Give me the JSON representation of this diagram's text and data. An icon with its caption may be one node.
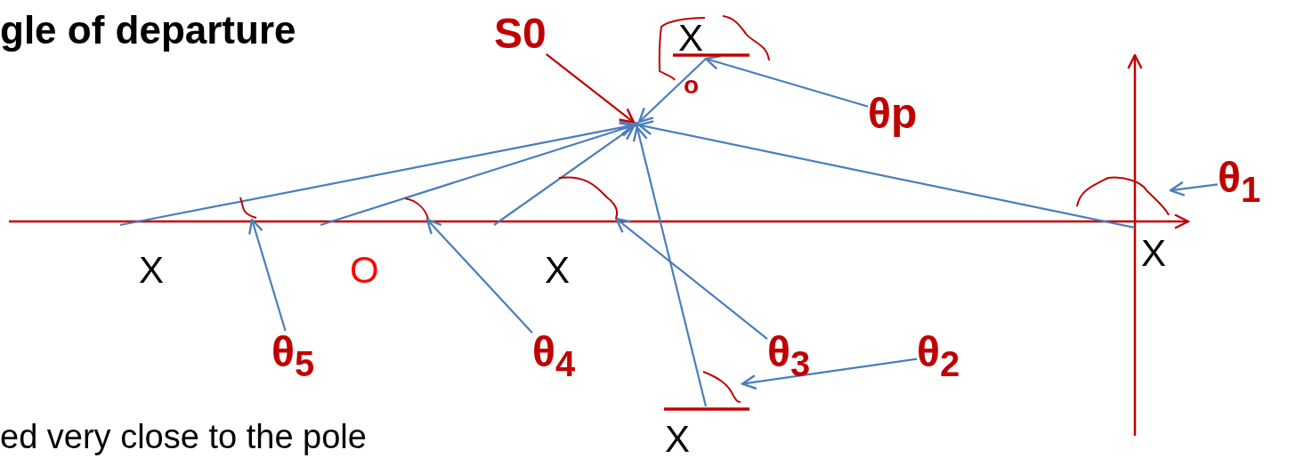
{
  "diagram": {
    "title": "gle of departure",
    "caption": "ed very close to the pole",
    "nodes": [
      {
        "text": [
          "X"
        ]
      },
      {
        "text": [
          "O"
        ]
      },
      {
        "text": [
          "X"
        ]
      },
      {
        "text": [
          "X"
        ]
      },
      {
        "text": [
          "X"
        ]
      },
      {
        "text": [
          "X"
        ]
      },
      {
        "text": [],
        "shape": "point"
      },
      {
        "text": [
          "S0"
        ]
      },
      {
        "text": [
          "θp"
        ]
      },
      {
        "text": [
          "θ$_{1}$"
        ]
      },
      {
        "text": [
          "θ$_{2}$"
        ]
      },
      {
        "text": [
          "θ$_{3}$"
        ]
      },
      {
        "text": [
          "θ$_{4}$"
        ]
      },
      {
        "text": [
          "θ$_{5}$"
        ]
      },
      {
        "text": [],
        "shape": "arc"
      },
      {
        "text": [],
        "shape": "arc"
      },
      {
        "text": [],
        "shape": "arc"
      },
      {
        "text": [],
        "shape": "arc"
      },
      {
        "text": [],
        "shape": "arc"
      }
    ],
    "edges": [
      {
        "from": 0,
        "to": 6,
        "arrow": "to"
      },
      {
        "from": 1,
        "to": 6,
        "arrow": "to"
      },
      {
        "from": 2,
        "to": 6,
        "arrow": "to"
      },
      {
        "from": 3,
        "to": 6,
        "arrow": "to"
      },
      {
        "from": 4,
        "to": 6,
        "arrow": "to"
      },
      {
        "from": 5,
        "to": 6,
        "arrow": "to"
      },
      {
        "from": 7,
        "to": 6,
        "arrow": "to",
        "color": "#c00000"
      },
      {
        "from": 8,
        "to": 5,
        "arrow": "to"
      },
      {
        "from": 9,
        "to": 14,
        "arrow": "to"
      },
      {
        "from": 10,
        "to": 15,
        "arrow": "to"
      },
      {
        "from": 11,
        "to": 16,
        "arrow": "to"
      },
      {
        "from": 12,
        "to": 17,
        "arrow": "to"
      },
      {
        "from": 13,
        "to": 18,
        "arrow": "to"
      }
    ],
    "labels": [
      "o"
    ]
  }
}
